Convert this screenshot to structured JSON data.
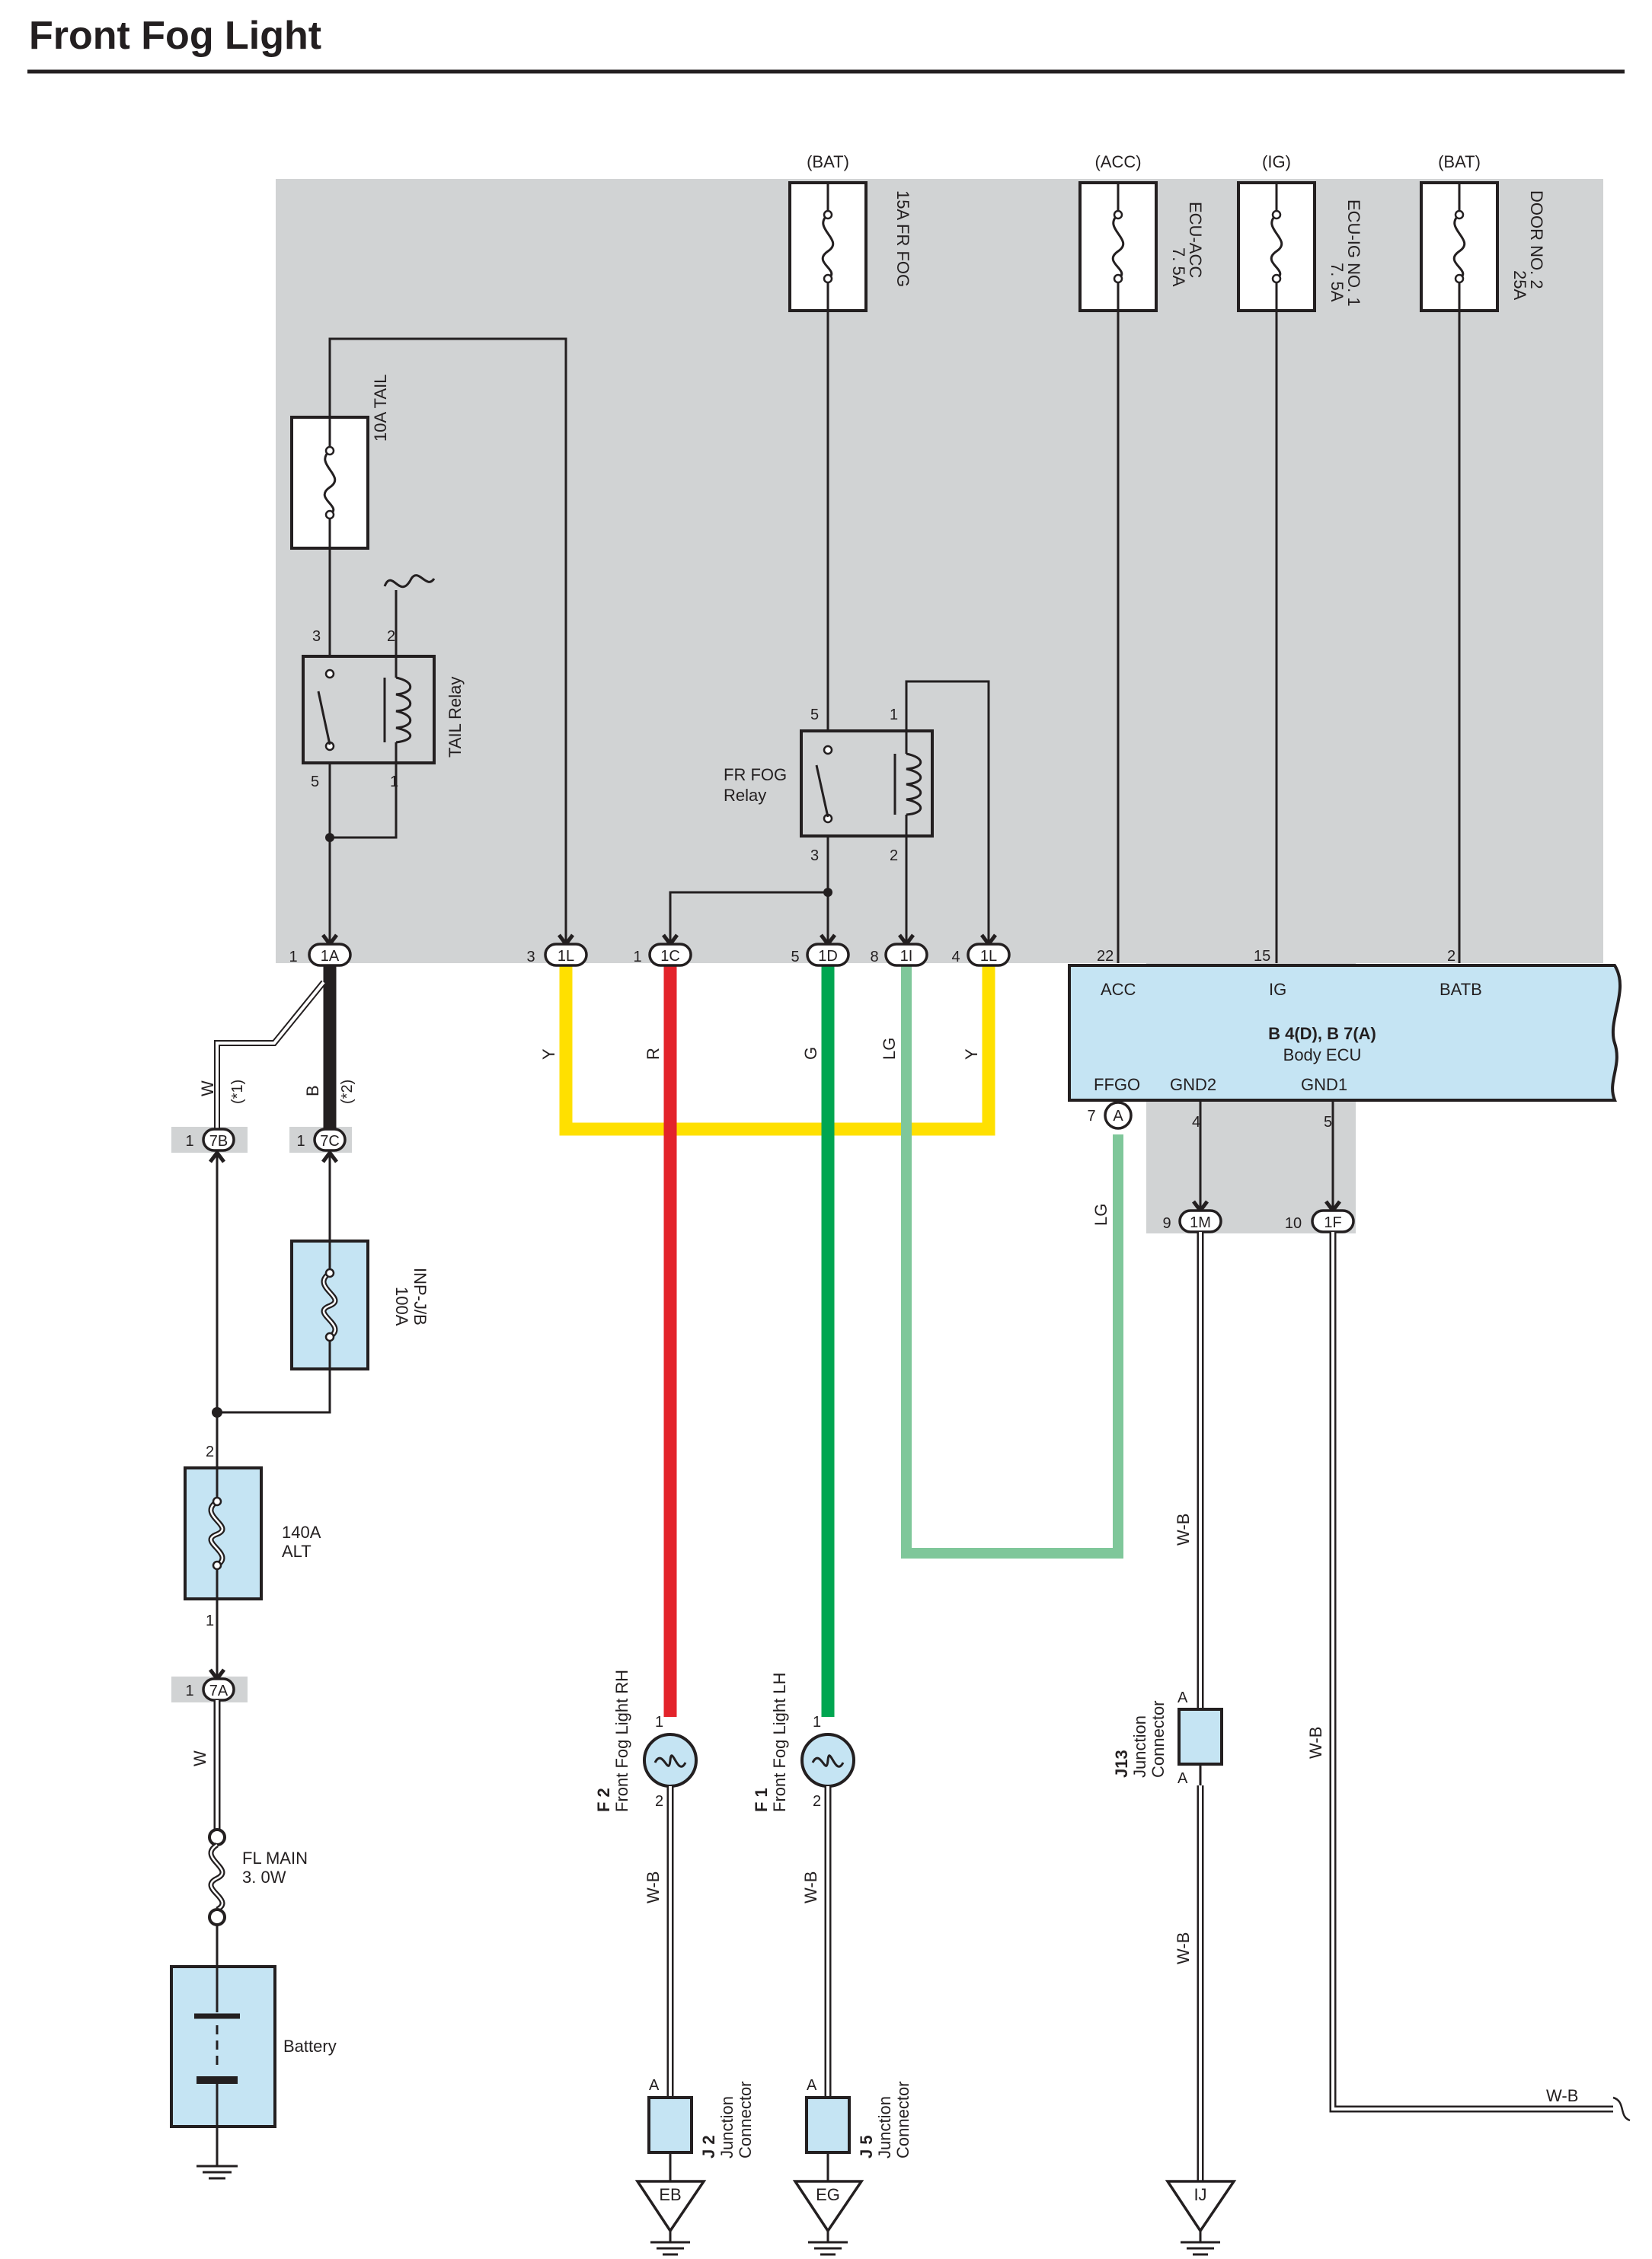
{
  "title": "Front Fog Light",
  "power_sources": {
    "fr_fog": "(BAT)",
    "ecu_acc": "(ACC)",
    "ecu_ig": "(IG)",
    "door": "(BAT)"
  },
  "fuses": {
    "fr_fog": "15A FR FOG",
    "ecu_acc_a": "7. 5A",
    "ecu_acc_b": "ECU-ACC",
    "ecu_ig_a": "7. 5A",
    "ecu_ig_b": "ECU-IG NO. 1",
    "door_a": "25A",
    "door_b": "DOOR NO. 2",
    "tail": "10A TAIL",
    "inp_a": "100A",
    "inp_b": "INP-J/B",
    "alt_a": "140A",
    "alt_b": "ALT",
    "fl_main_a": "FL MAIN",
    "fl_main_b": "3. 0W"
  },
  "relays": {
    "tail": "TAIL Relay",
    "fr_fog_a": "FR FOG",
    "fr_fog_b": "Relay",
    "tail_pins": [
      "3",
      "2",
      "5",
      "1"
    ],
    "fog_pins": [
      "5",
      "1",
      "3",
      "2"
    ]
  },
  "connectors": {
    "c1a": {
      "id": "1A",
      "pin": "1"
    },
    "c1l_a": {
      "id": "1L",
      "pin": "3"
    },
    "c1c": {
      "id": "1C",
      "pin": "1"
    },
    "c1d": {
      "id": "1D",
      "pin": "5"
    },
    "c1i": {
      "id": "1I",
      "pin": "8"
    },
    "c1l_b": {
      "id": "1L",
      "pin": "4"
    },
    "c7b": {
      "id": "7B",
      "pin": "1"
    },
    "c7c": {
      "id": "7C",
      "pin": "1"
    },
    "c7a": {
      "id": "7A",
      "pin": "1"
    },
    "c1m": {
      "id": "1M",
      "pin": "9"
    },
    "c1f": {
      "id": "1F",
      "pin": "10"
    },
    "ca": {
      "id": "A",
      "pin": "7"
    }
  },
  "ecu": {
    "title_a": "B 4(D), B 7(A)",
    "title_b": "Body ECU",
    "acc": "ACC",
    "ig": "IG",
    "batb": "BATB",
    "ffgo": "FFGO",
    "gnd2": "GND2",
    "gnd1": "GND1",
    "pin_acc": "22",
    "pin_ig": "15",
    "pin_batb": "2",
    "pin_gnd2": "4",
    "pin_gnd1": "5"
  },
  "wire_colors": {
    "Y": "Y",
    "R": "R",
    "G": "G",
    "LG": "LG",
    "W": "W",
    "B": "B",
    "WB": "W-B",
    "note1": "(*1)",
    "note2": "(*2)"
  },
  "colors": {
    "yellow": "#ffe000",
    "red": "#e3232b",
    "green": "#00a651",
    "light_green": "#7fc79a",
    "black": "#231f20",
    "light_blue": "#c5e4f3",
    "gray_panel": "#d1d3d4"
  },
  "components": {
    "f2_id": "F 2",
    "f2_name": "Front Fog Light RH",
    "f1_id": "F 1",
    "f1_name": "Front Fog Light LH",
    "j13_id": "J13",
    "j13_a": "Junction",
    "j13_b": "Connector",
    "j2_id": "J 2",
    "j5_id": "J 5",
    "junction": "Junction",
    "connector": "Connector",
    "battery": "Battery",
    "alt_pin_top": "2",
    "alt_pin_bot": "1",
    "lamp_pin_top": "1",
    "lamp_pin_bot": "2",
    "jc_pin": "A"
  },
  "grounds": {
    "eb": "EB",
    "eg": "EG",
    "ij": "IJ"
  }
}
